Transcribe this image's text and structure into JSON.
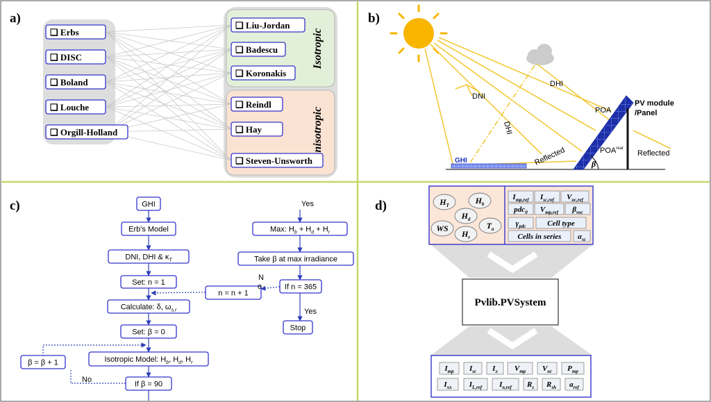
{
  "panels": {
    "a": {
      "label": "a)",
      "decomposition_models": [
        "❑ Erbs",
        "❑ DISC",
        "❑ Boland",
        "❑ Louche",
        "❑ Orgill-Holland"
      ],
      "isotropic_title": "Isotropic",
      "isotropic_models": [
        "❑ Liu-Jordan",
        "❑ Badescu",
        "❑ Koronakis"
      ],
      "anisotropic_title": "Anisotropic",
      "anisotropic_models": [
        "❑ Reindl",
        "❑ Hay",
        "❑ Steven-Unsworth"
      ]
    },
    "b": {
      "label": "b)",
      "dni": "DNI",
      "dhi_sky": "DHI",
      "dhi_ground": "DHI",
      "poa": "POA",
      "pv_module_1": "PV module",
      "pv_module_2": "/Panel",
      "ghi": "GHI",
      "reflected_left": "Reflected",
      "reflected_right": "Reflected",
      "poa_rear_base": "POA",
      "poa_rear_sup": "rear",
      "beta": "β"
    },
    "c": {
      "label": "c)",
      "ghi": "GHI",
      "erbs": "Erb's Model",
      "dni_dhi_base": "DNI, DHI & κ",
      "dni_dhi_sub": "T",
      "set_n": "Set: n = 1",
      "n_inc": "n = n + 1",
      "calculate_base": "Calculate: δ, ω",
      "calculate_sub": "s,r",
      "set_beta": "Set: β = 0",
      "isotropic_base": "Isotropic Model: H",
      "beta_inc": "β = β + 1",
      "no_label": "No",
      "if_beta": "If β = 90",
      "yes_top": "Yes",
      "max": "Max: H",
      "take_beta": "Take β at max irradiance",
      "if_n": "If n = 365",
      "n_label": "N",
      "o_label": "o",
      "yes_bottom": "Yes",
      "stop": "Stop"
    },
    "d": {
      "label": "d)",
      "weather_inputs": [
        {
          "base": "H",
          "sub": "T"
        },
        {
          "base": "H",
          "sub": "b"
        },
        {
          "base": "H",
          "sub": "d"
        },
        {
          "base": "WS",
          "sub": ""
        },
        {
          "base": "T",
          "sub": "a"
        },
        {
          "base": "H",
          "sub": "r"
        }
      ],
      "module_params": [
        {
          "base": "I",
          "sub": "mp,ref"
        },
        {
          "base": "I",
          "sub": "sc,ref"
        },
        {
          "base": "V",
          "sub": "oc,ref"
        },
        {
          "base": "pdc",
          "sub": "0"
        },
        {
          "base": "V",
          "sub": "mp,ref"
        },
        {
          "base": "β",
          "sub": "voc"
        },
        {
          "base": "γ",
          "sub": "pdc"
        },
        {
          "base": "Cell type",
          "sub": ""
        },
        {
          "base": "Cells in series",
          "sub": ""
        },
        {
          "base": "α",
          "sub": "sc"
        }
      ],
      "system": "Pvlib.PVSystem",
      "outputs": [
        {
          "base": "I",
          "sub": "mp"
        },
        {
          "base": "I",
          "sub": "sc"
        },
        {
          "base": "I",
          "sub": "x"
        },
        {
          "base": "V",
          "sub": "mp"
        },
        {
          "base": "V",
          "sub": "oc"
        },
        {
          "base": "P",
          "sub": "mp"
        },
        {
          "base": "I",
          "sub": "xx"
        },
        {
          "base": "I",
          "sub": "L,ref"
        },
        {
          "base": "I",
          "sub": "o,ref"
        },
        {
          "base": "R",
          "sub": "s"
        },
        {
          "base": "R",
          "sub": "sh"
        },
        {
          "base": "a",
          "sub": "ref"
        }
      ]
    }
  },
  "colors": {
    "box_stroke": "#3333cc",
    "divider": "#c5d96a",
    "isotropic_fill": "#e3f0d9",
    "anisotropic_fill": "#fbe3d4",
    "gray_panel": "#dddddd",
    "sun": "#f7b500",
    "ray": "#f3c93a",
    "flow_line": "#2e3fb8"
  }
}
